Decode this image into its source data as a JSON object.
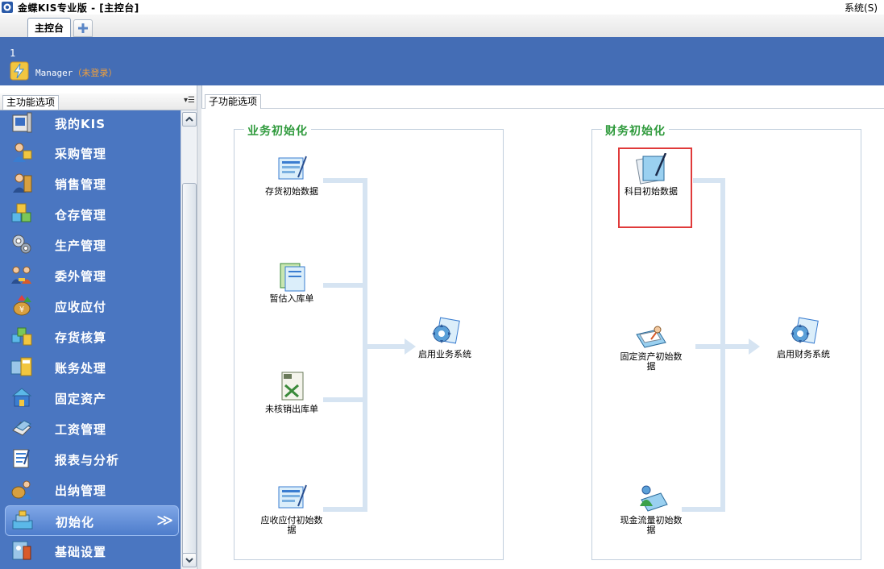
{
  "window": {
    "title": "金蝶KIS专业版 - [主控台]",
    "system_menu": "系统(S)"
  },
  "tabs": {
    "main_tab": "主控台"
  },
  "user": {
    "number": "1",
    "name": "Manager",
    "status": "（未登录）"
  },
  "left_panel": {
    "header": "主功能选项",
    "items": [
      {
        "label": "我的KIS",
        "icon": "my-kis-icon"
      },
      {
        "label": "采购管理",
        "icon": "purchase-icon"
      },
      {
        "label": "销售管理",
        "icon": "sales-icon"
      },
      {
        "label": "仓存管理",
        "icon": "warehouse-icon"
      },
      {
        "label": "生产管理",
        "icon": "production-icon"
      },
      {
        "label": "委外管理",
        "icon": "outsourcing-icon"
      },
      {
        "label": "应收应付",
        "icon": "receivable-payable-icon"
      },
      {
        "label": "存货核算",
        "icon": "inventory-accounting-icon"
      },
      {
        "label": "账务处理",
        "icon": "accounting-icon"
      },
      {
        "label": "固定资产",
        "icon": "fixed-assets-icon"
      },
      {
        "label": "工资管理",
        "icon": "payroll-icon"
      },
      {
        "label": "报表与分析",
        "icon": "report-icon"
      },
      {
        "label": "出纳管理",
        "icon": "cashier-icon"
      },
      {
        "label": "初始化",
        "icon": "initialization-icon",
        "active": true
      },
      {
        "label": "基础设置",
        "icon": "basic-settings-icon"
      }
    ],
    "active_indicator": "≫"
  },
  "right_panel": {
    "header": "子功能选项",
    "business_group": {
      "title": "业务初始化",
      "items": [
        {
          "label": "存货初始数据"
        },
        {
          "label": "暂估入库单"
        },
        {
          "label": "未核销出库单"
        },
        {
          "label": "应收应付初始数据"
        }
      ],
      "target": "启用业务系统"
    },
    "finance_group": {
      "title": "财务初始化",
      "items": [
        {
          "label": "科目初始数据"
        },
        {
          "label": "固定资产初始数据"
        },
        {
          "label": "现金流量初始数据"
        }
      ],
      "target": "启用财务系统"
    }
  },
  "colors": {
    "nav_bg": "#4a76c1",
    "user_bar_bg": "#446db5",
    "group_title": "#2f9a3c",
    "highlight": "#e03a3a",
    "user_status": "#f2a03a"
  }
}
